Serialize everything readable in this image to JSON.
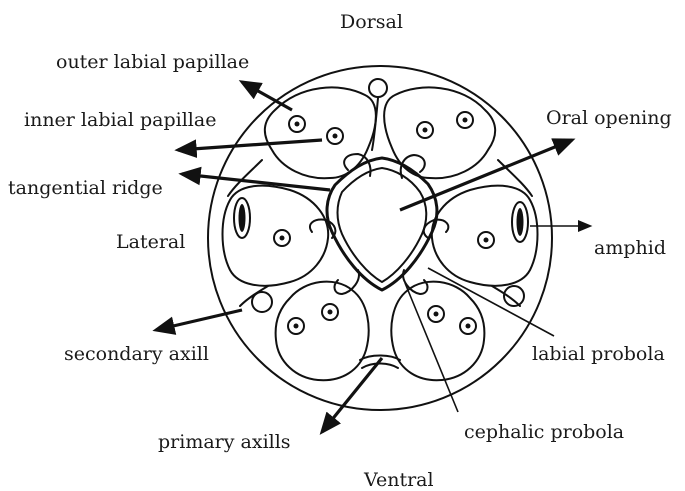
{
  "orientation": {
    "dorsal": "Dorsal",
    "ventral": "Ventral",
    "lateral": "Lateral"
  },
  "labels": {
    "outer_labial_papillae": "outer labial papillae",
    "inner_labial_papillae": "inner labial papillae",
    "tangential_ridge": "tangential ridge",
    "oral_opening": "Oral opening",
    "amphid": "amphid",
    "secondary_axill": "secondary axill",
    "labial_probola": "labial probola",
    "primary_axills": "primary axills",
    "cephalic_probola": "cephalic probola"
  },
  "colors": {
    "ink": "#111111",
    "background": "#ffffff"
  }
}
